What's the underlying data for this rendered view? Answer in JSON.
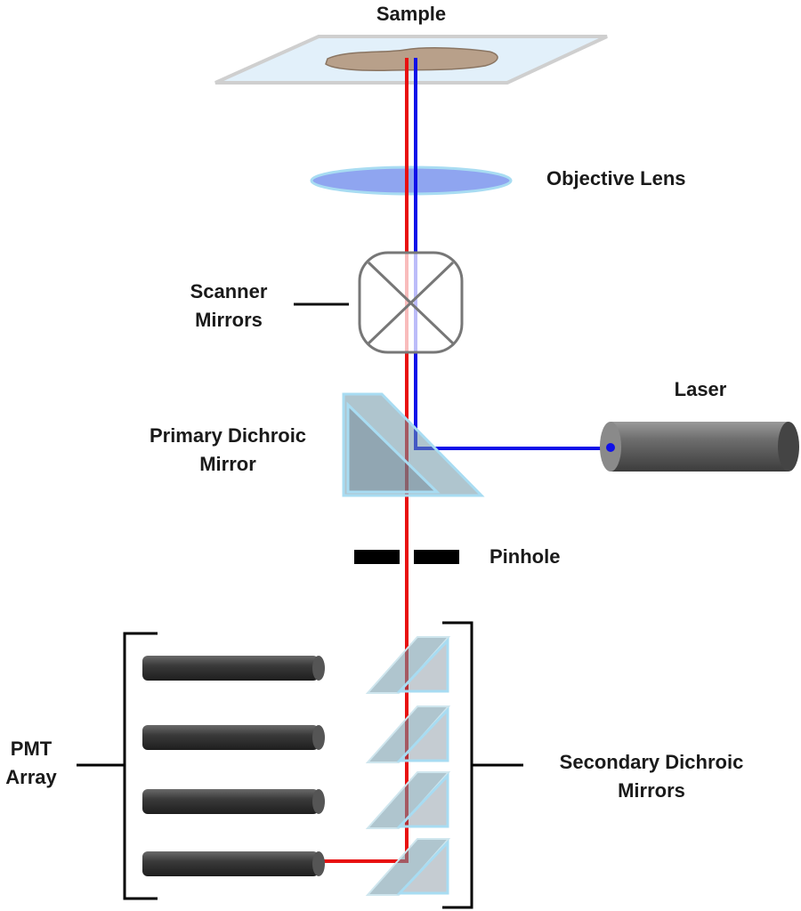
{
  "labels": {
    "sample": "Sample",
    "objective_lens": "Objective Lens",
    "scanner_mirrors_line1": "Scanner",
    "scanner_mirrors_line2": "Mirrors",
    "laser": "Laser",
    "primary_dichroic_line1": "Primary Dichroic",
    "primary_dichroic_line2": "Mirror",
    "pinhole": "Pinhole",
    "pmt_array_line1": "PMT",
    "pmt_array_line2": "Array",
    "secondary_dichroic_line1": "Secondary Dichroic",
    "secondary_dichroic_line2": "Mirrors"
  },
  "colors": {
    "excitation_beam": "#1010e8",
    "emission_beam": "#e81010",
    "glass": "#9ac8e0",
    "slide": "#e2f0fa",
    "specimen": "#b8a08a",
    "lens": "#8fa5f0",
    "tube": "#555555",
    "pmt": "#3a3a3a"
  },
  "icons": {
    "scanner": "scanner-mirror-icon",
    "laser": "laser-tube-icon",
    "pmt": "pmt-tube-icon"
  }
}
